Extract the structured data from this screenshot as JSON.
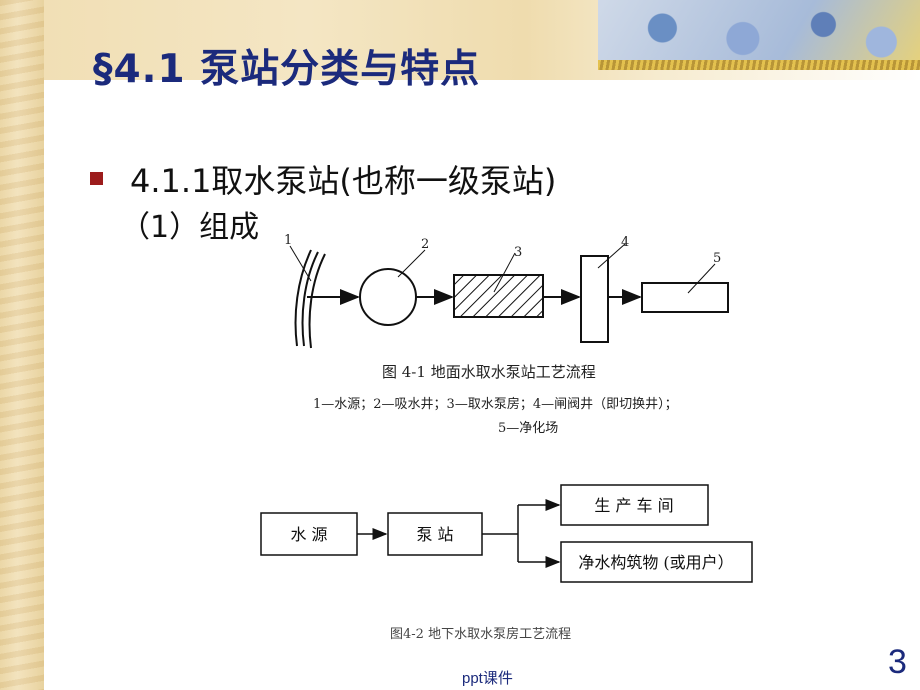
{
  "slide": {
    "title": "§4.1  泵站分类与特点",
    "heading1": "4.1.1取水泵站(也称一级泵站)",
    "heading2": "（1）组成",
    "number": "3",
    "footer": "ppt课件"
  },
  "figure1": {
    "labels": [
      "1",
      "2",
      "3",
      "4",
      "5"
    ],
    "caption": "图  4-1    地面水取水泵站工艺流程",
    "legend_line1": "1—水源；2—吸水井；3—取水泵房；4—闸阀井（即切换井）；",
    "legend_line2": "5—净化场"
  },
  "figure2": {
    "box_water": "水      源",
    "box_pump": "泵      站",
    "box_workshop": "生 产 车 间",
    "box_purify": "净水构筑物 (或用户）",
    "caption": "图4-2 地下水取水泵房工艺流程"
  },
  "colors": {
    "title": "#1b2a7c",
    "bullet": "#9c1c1c"
  }
}
